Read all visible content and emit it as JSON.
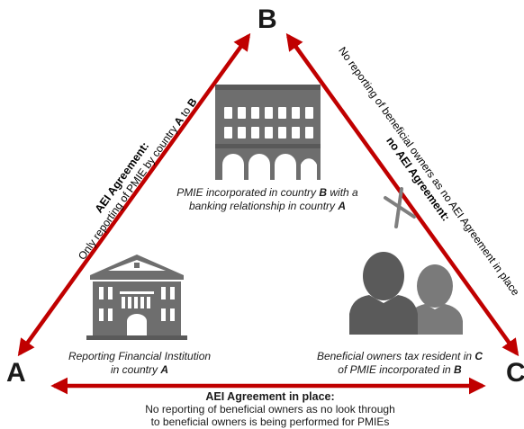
{
  "nodes": {
    "a": "A",
    "b": "B",
    "c": "C"
  },
  "left_edge": {
    "title": "AEI Agreement:",
    "line_prefix": "Only reporting of PMIE by country ",
    "from": "A",
    "mid": " to ",
    "to": "B"
  },
  "right_edge": {
    "line1": "No reporting of beneficial owners as no AEI Agreement in place",
    "title": "no AEI Agreement:"
  },
  "bottom_edge": {
    "title": "AEI Agreement in place:",
    "line1": "No reporting of beneficial owners as no look through",
    "line2": "to beneficial owners is being performed for PMIEs"
  },
  "captions": {
    "pmie": {
      "t1": "PMIE incorporated in country ",
      "b1": "B",
      "t2": " with a",
      "t3": "banking relationship in country ",
      "b2": "A"
    },
    "rfi": {
      "t1": "Reporting Financial Institution",
      "t2": "in country ",
      "b1": "A"
    },
    "owners": {
      "t1": "Beneficial owners tax resident in ",
      "b1": "C",
      "t2": "of PMIE incorporated in ",
      "b2": "B"
    }
  },
  "colors": {
    "arrow": "#c00000",
    "icon": "#6e6e6e",
    "icon_dark": "#5a5a5a",
    "cross": "#7f7f7f"
  }
}
